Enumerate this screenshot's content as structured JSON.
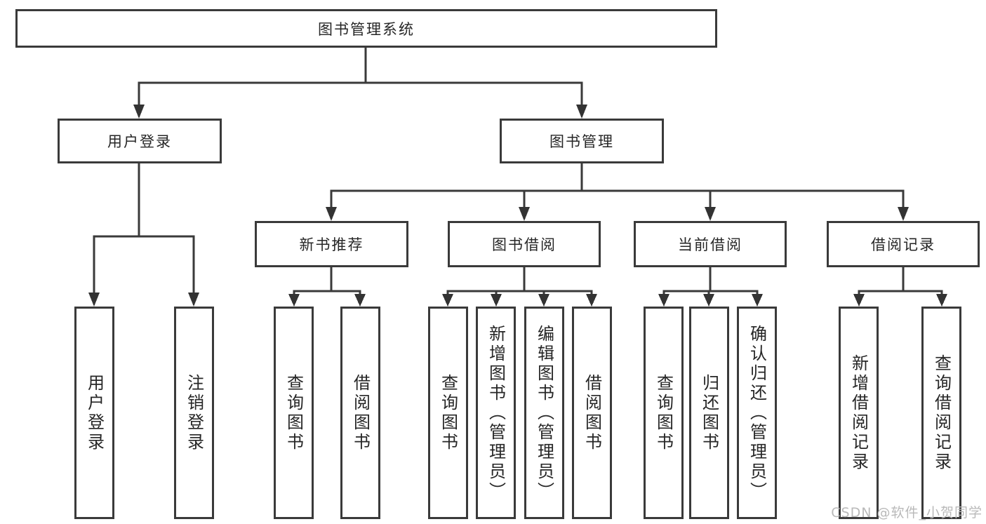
{
  "nodes": {
    "root": {
      "label": "图书管理系统"
    },
    "level2": [
      {
        "label": "用户登录"
      },
      {
        "label": "图书管理"
      }
    ],
    "level3": [
      {
        "label": "新书推荐"
      },
      {
        "label": "图书借阅"
      },
      {
        "label": "当前借阅"
      },
      {
        "label": "借阅记录"
      }
    ],
    "leaves_user_login": [
      {
        "label": "用户登录"
      },
      {
        "label": "注销登录"
      }
    ],
    "leaves_new_book": [
      {
        "label": "查询图书"
      },
      {
        "label": "借阅图书"
      }
    ],
    "leaves_book_borrow": [
      {
        "label": "查询图书"
      },
      {
        "label": "新增图书（管理员）"
      },
      {
        "label": "编辑图书（管理员）"
      },
      {
        "label": "借阅图书"
      }
    ],
    "leaves_current_borrow": [
      {
        "label": "查询图书"
      },
      {
        "label": "归还图书"
      },
      {
        "label": "确认归还（管理员）"
      }
    ],
    "leaves_borrow_record": [
      {
        "label": "新增借阅记录"
      },
      {
        "label": "查询借阅记录"
      }
    ]
  },
  "watermark": {
    "text": "CSDN @软件_小贺同学"
  },
  "colors": {
    "line": "#3a3a3a",
    "box_border": "#3a3a3a",
    "text": "#262626",
    "watermark": "#b9b9b9",
    "background": "#ffffff"
  }
}
